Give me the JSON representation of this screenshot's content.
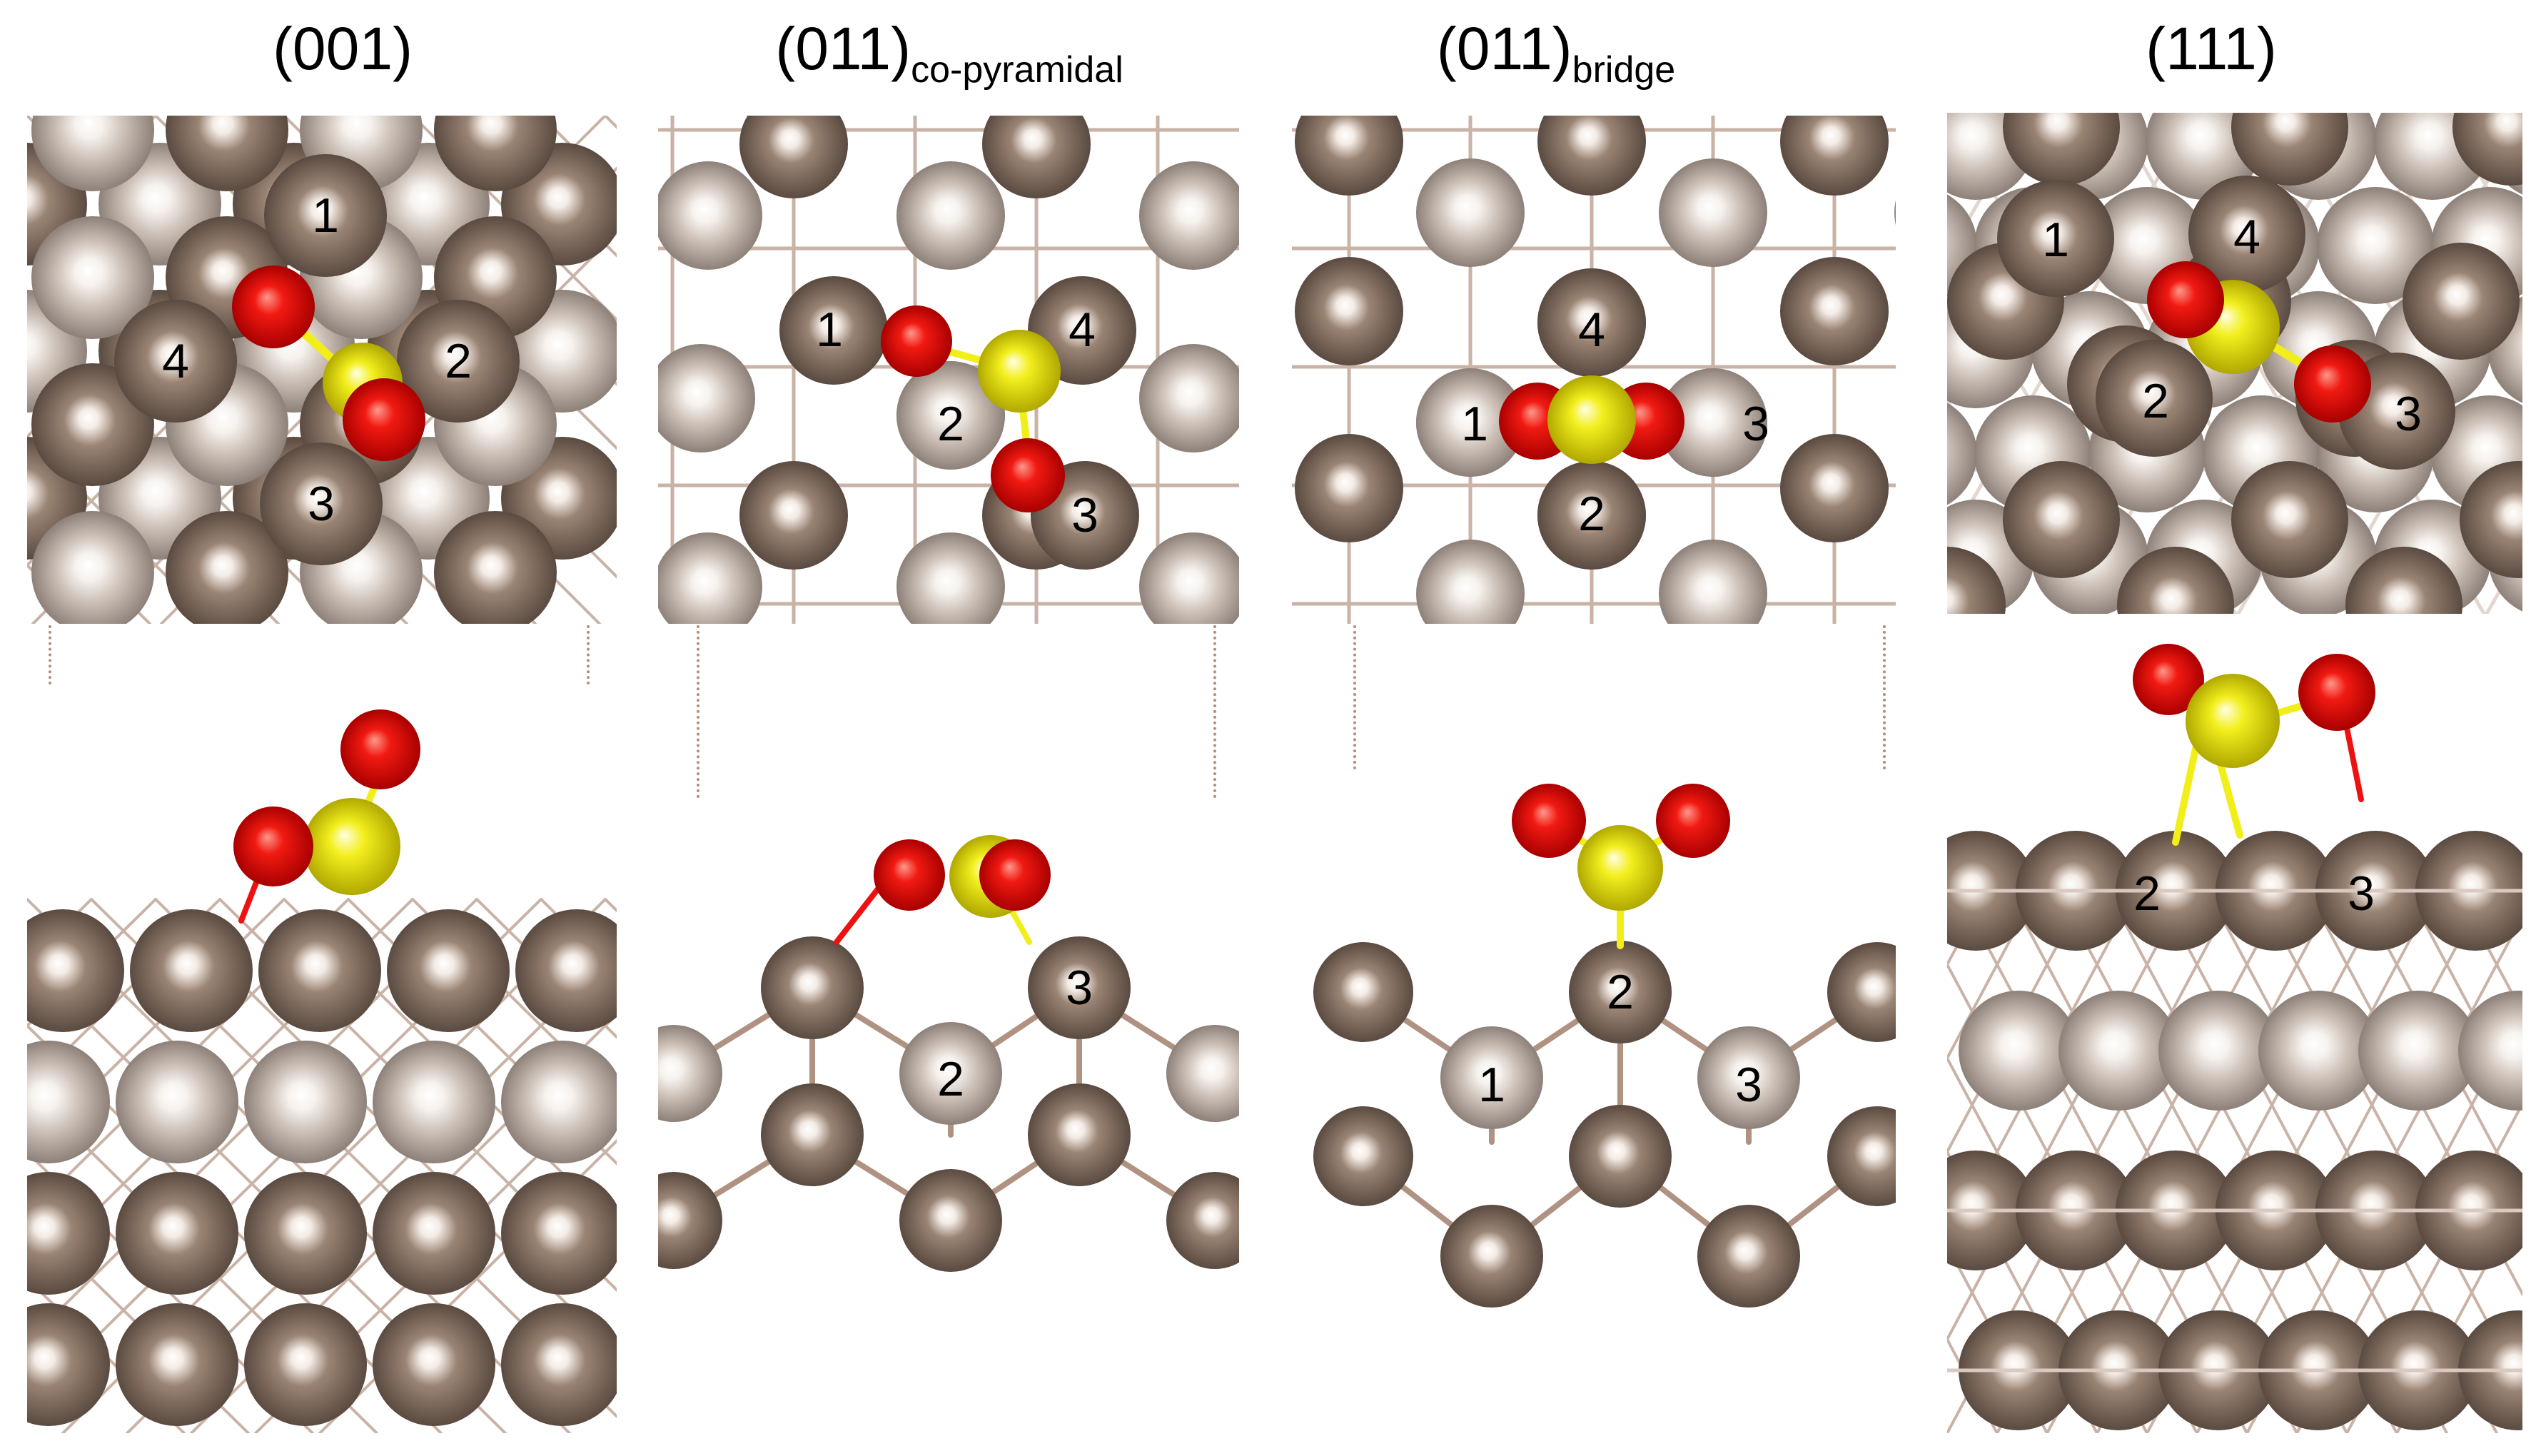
{
  "panels": [
    {
      "title": "(001)",
      "sub": ""
    },
    {
      "title": "(011)",
      "sub": "co-pyramidal"
    },
    {
      "title": "(011)",
      "sub": "bridge"
    },
    {
      "title": "(111)",
      "sub": ""
    }
  ],
  "site_labels": {
    "p1_top": [
      "1",
      "2",
      "3",
      "4"
    ],
    "p2_top": [
      "1",
      "2",
      "3",
      "4"
    ],
    "p3_top": [
      "1",
      "2",
      "3",
      "4"
    ],
    "p4_top": [
      "1",
      "2",
      "3",
      "4"
    ],
    "p2_side": [
      "2",
      "3"
    ],
    "p3_side": [
      "1",
      "2",
      "3"
    ],
    "p4_side": [
      "2",
      "3"
    ]
  },
  "colors": {
    "metal_dark": "#8b7363",
    "metal_light": "#c5b9b0",
    "oxygen": "#ee1111",
    "sulfur": "#f2ee1a",
    "bond": "#b09282",
    "guide": "#b48c78"
  }
}
